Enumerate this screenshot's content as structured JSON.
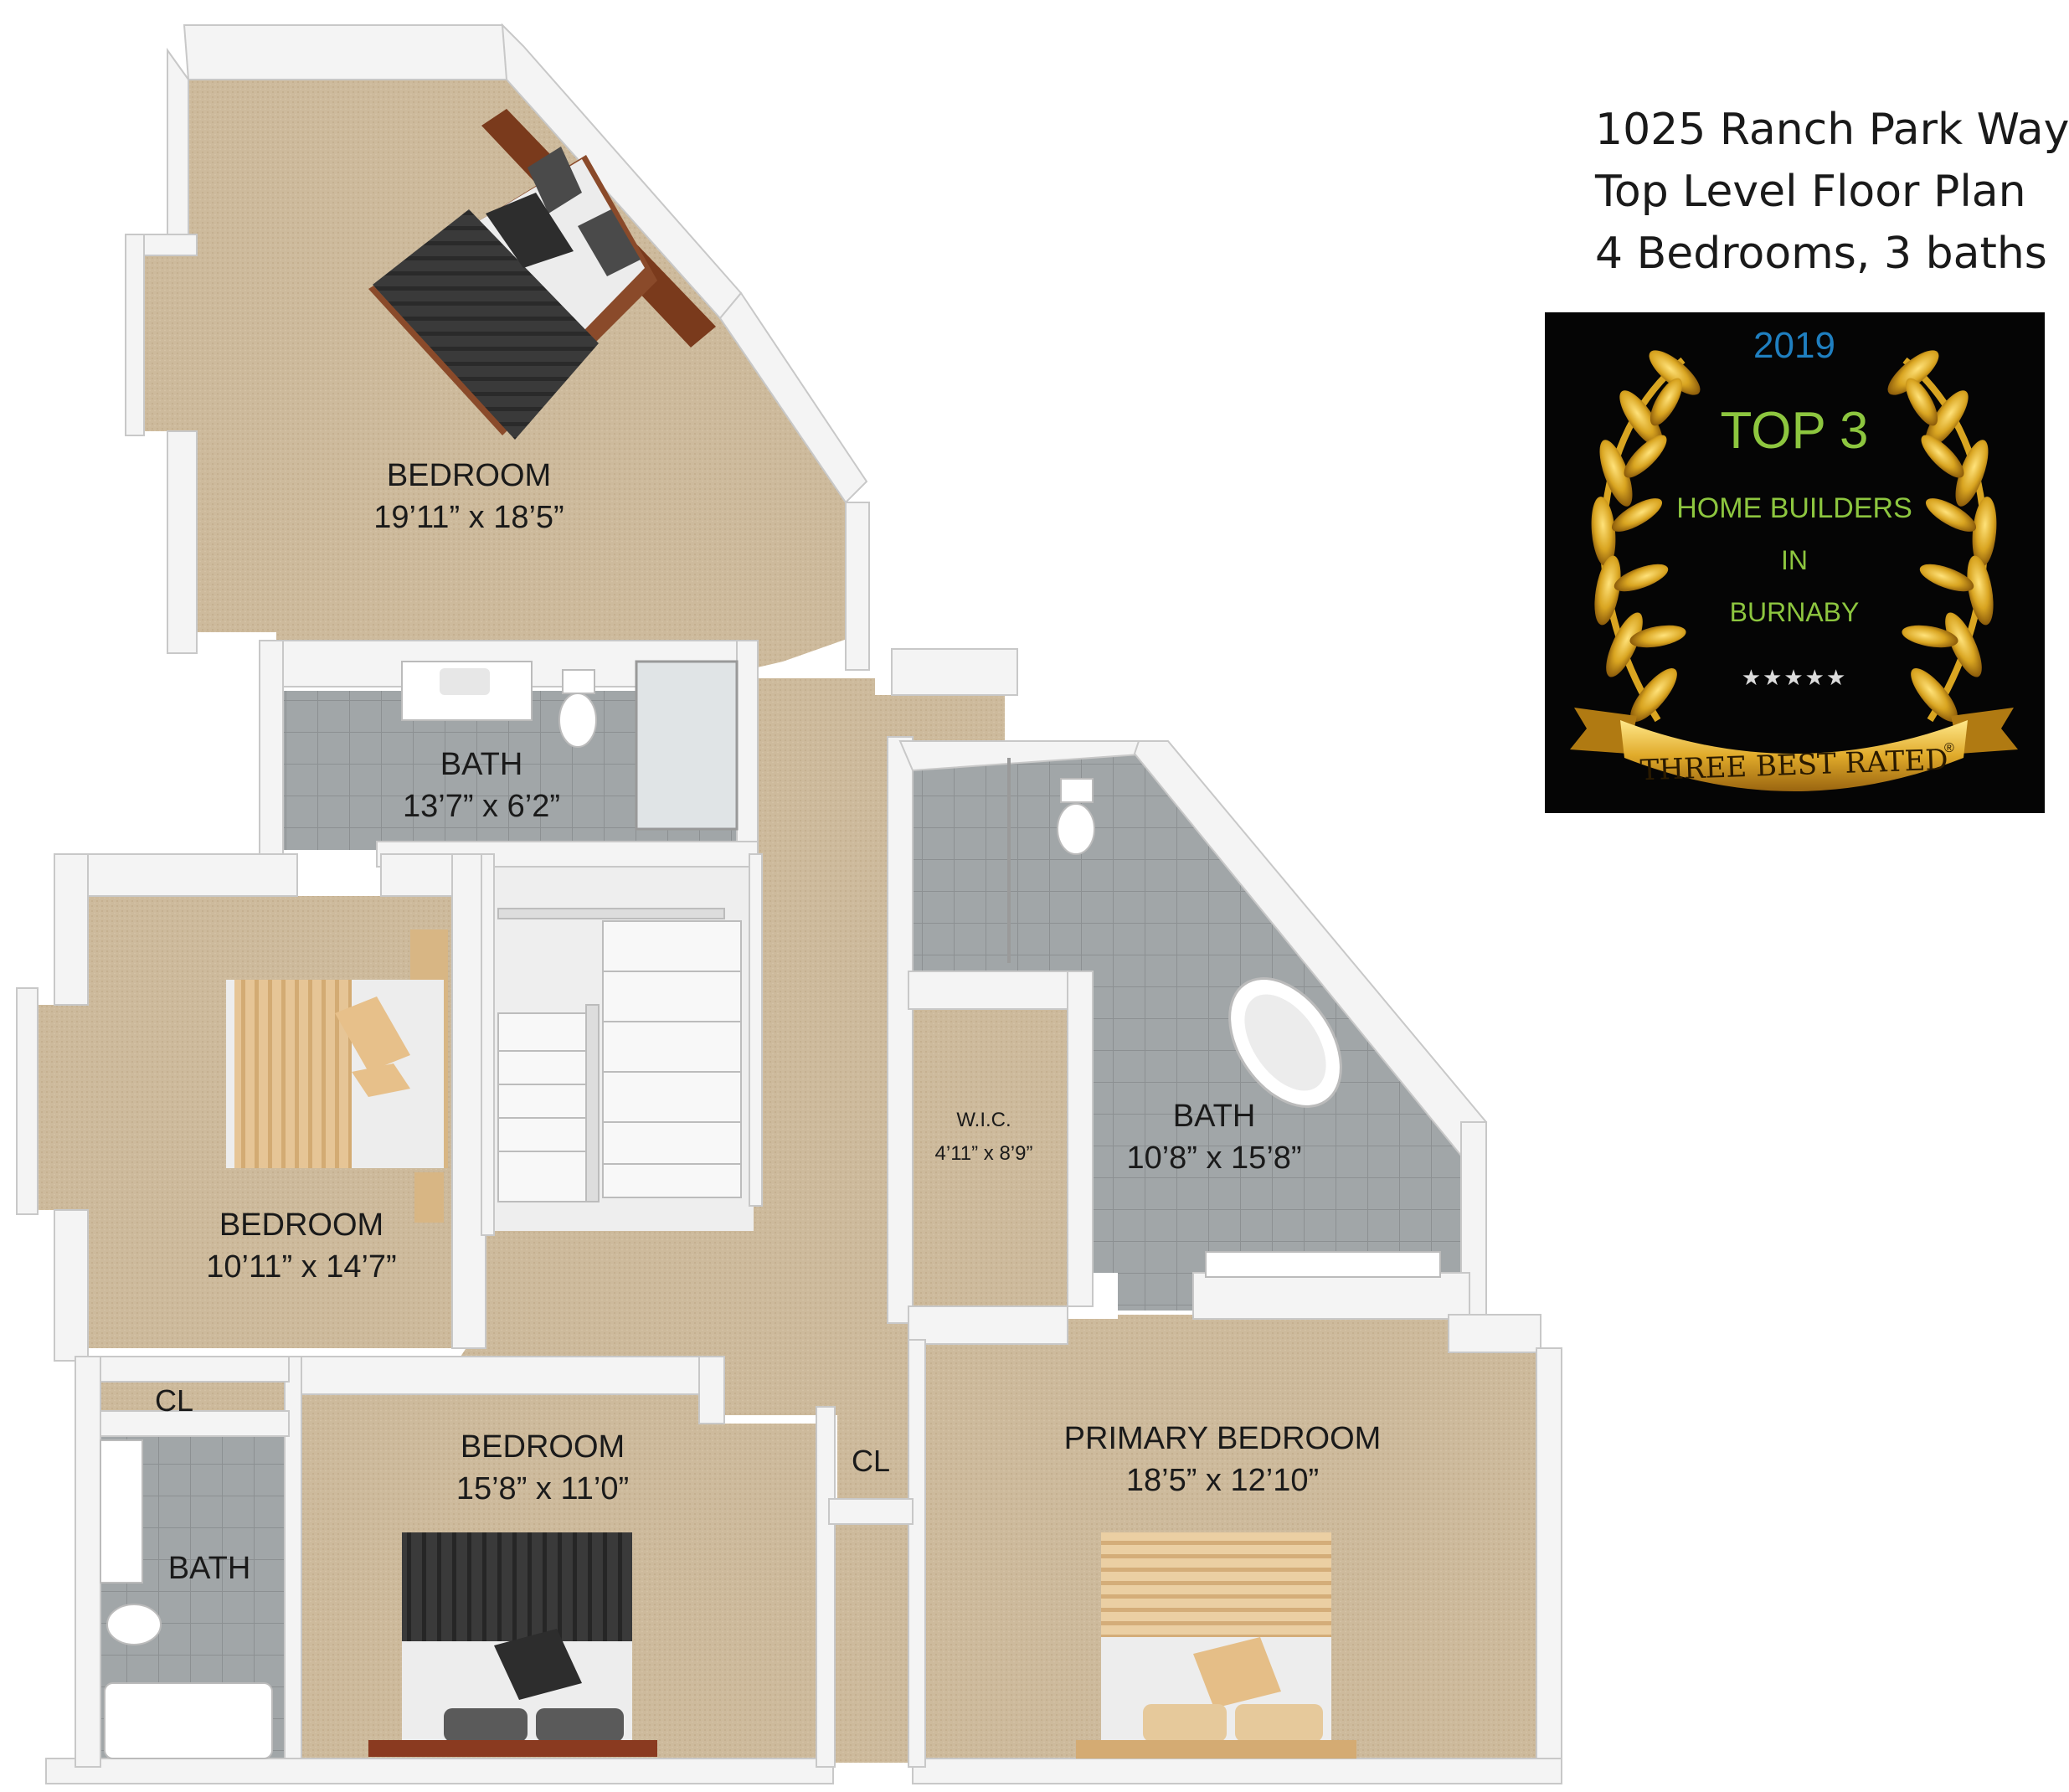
{
  "title": {
    "address": "1025 Ranch Park Way",
    "plan": "Top Level Floor Plan",
    "summary": "4 Bedrooms, 3 baths"
  },
  "badge": {
    "year": "2019",
    "rank": "TOP 3",
    "line1": "HOME BUILDERS",
    "line2": "IN",
    "line3": "BURNABY",
    "stars": "★★★★★",
    "ribbon": "THREE BEST RATED",
    "registered": "®"
  },
  "rooms": {
    "bedroom_top": {
      "name": "BEDROOM",
      "size": "19’11” x 18’5”"
    },
    "bath_upper": {
      "name": "BATH",
      "size": "13’7” x 6’2”"
    },
    "bedroom_left": {
      "name": "BEDROOM",
      "size": "10’11” x 14’7”"
    },
    "wic": {
      "name": "W.I.C.",
      "size": "4’11” x 8’9”"
    },
    "bath_primary": {
      "name": "BATH",
      "size": "10’8” x 15’8”"
    },
    "cl_left": {
      "name": "CL"
    },
    "cl_center": {
      "name": "CL"
    },
    "bath_small": {
      "name": "BATH"
    },
    "bedroom_bottom": {
      "name": "BEDROOM",
      "size": "15’8” x 11’0”"
    },
    "primary": {
      "name": "PRIMARY BEDROOM",
      "size": "18’5” x 12’10”"
    }
  },
  "colors": {
    "carpet": "#cbb89a",
    "tile": "#9ea3a5",
    "wall": "#f4f4f4",
    "wall_edge": "#c9c9c9",
    "badge_bg": "#050505",
    "gold": "#d9a521",
    "badge_year": "#1f7fc0",
    "badge_green": "#8dc63f"
  }
}
